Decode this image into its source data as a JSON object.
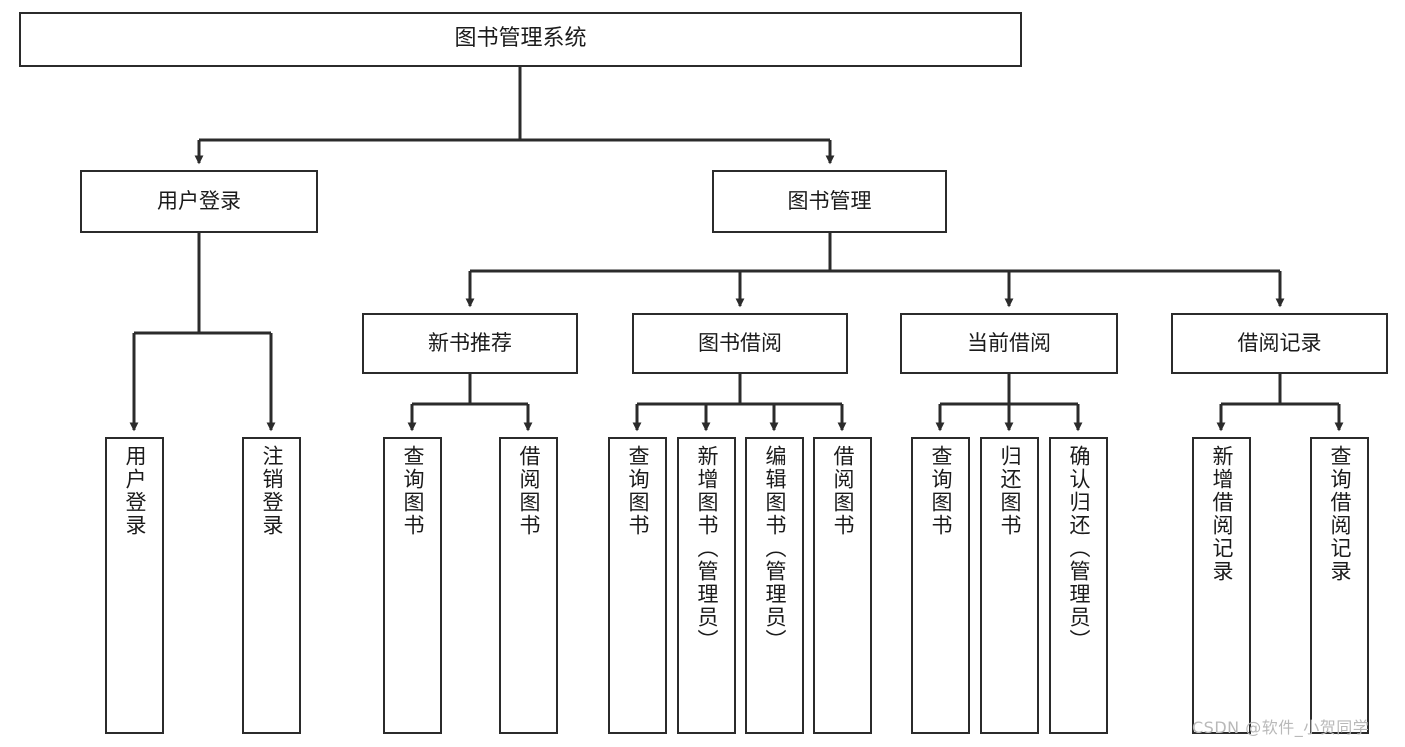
{
  "diagram": {
    "title": "图书管理系统",
    "type": "tree-hierarchy-chart",
    "colors": {
      "box_border": "#2b2b2b",
      "box_fill": "#ffffff",
      "connector": "#2b2b2b",
      "text": "#1b1b1b",
      "watermark": "#b9b9b9",
      "background": "#ffffff"
    },
    "root": {
      "label": "图书管理系统"
    },
    "level2": [
      {
        "id": "user-login",
        "label": "用户登录"
      },
      {
        "id": "book-management",
        "label": "图书管理"
      }
    ],
    "level3": [
      {
        "id": "new-book-recommend",
        "label": "新书推荐"
      },
      {
        "id": "book-borrow",
        "label": "图书借阅"
      },
      {
        "id": "current-borrow",
        "label": "当前借阅"
      },
      {
        "id": "borrow-record",
        "label": "借阅记录"
      }
    ],
    "leaves": [
      {
        "id": "leaf-user-login",
        "label": "用户登录",
        "parent": "user-login"
      },
      {
        "id": "leaf-logout-login",
        "label": "注销登录",
        "parent": "user-login"
      },
      {
        "id": "leaf-query-book-1",
        "label": "查询图书",
        "parent": "new-book-recommend"
      },
      {
        "id": "leaf-borrow-book-1",
        "label": "借阅图书",
        "parent": "new-book-recommend"
      },
      {
        "id": "leaf-query-book-2",
        "label": "查询图书",
        "parent": "book-borrow"
      },
      {
        "id": "leaf-add-book",
        "label": "新增图书（管理员）",
        "parent": "book-borrow"
      },
      {
        "id": "leaf-edit-book",
        "label": "编辑图书（管理员）",
        "parent": "book-borrow"
      },
      {
        "id": "leaf-borrow-book-2",
        "label": "借阅图书",
        "parent": "book-borrow"
      },
      {
        "id": "leaf-query-book-3",
        "label": "查询图书",
        "parent": "current-borrow"
      },
      {
        "id": "leaf-return-book",
        "label": "归还图书",
        "parent": "current-borrow"
      },
      {
        "id": "leaf-confirm-return",
        "label": "确认归还（管理员）",
        "parent": "current-borrow"
      },
      {
        "id": "leaf-add-borrow-record",
        "label": "新增借阅记录",
        "parent": "borrow-record"
      },
      {
        "id": "leaf-query-borrow-record",
        "label": "查询借阅记录",
        "parent": "borrow-record"
      }
    ],
    "watermark": "CSDN @软件_小贺同学"
  }
}
